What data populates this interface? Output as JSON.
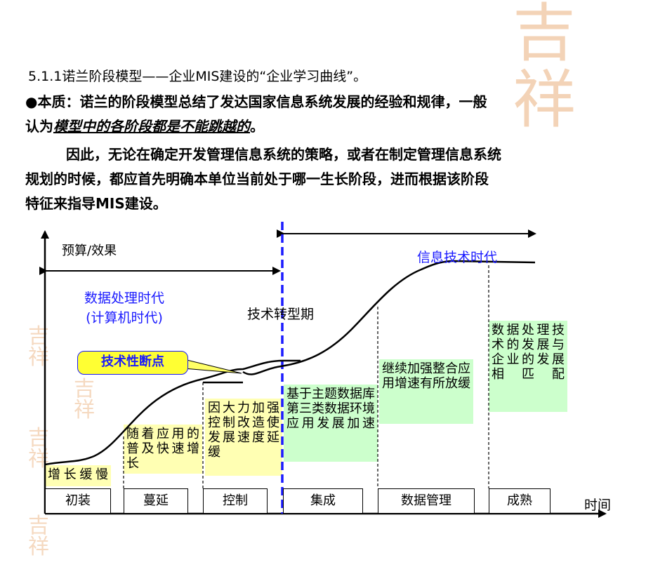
{
  "heading": "5.1.1诺兰阶段模型——企业MIS建设的“企业学习曲线”。",
  "paragraph1": {
    "prefix": "●本质：诺兰的阶段模型总结了发达国家信息系统发展的经验和规律，一般",
    "line2_start": "认为",
    "emphasis": "模型中的各阶段都是不能跳越的",
    "line2_end": "。"
  },
  "paragraph2": [
    "因此，无论在确定开发管理信息系统的策略，或者在制定管理信息系统",
    "规划的时候，都应首先明确本单位当前处于哪一生长阶段，进而根据该阶段",
    "特征来指导MIS建设。"
  ],
  "diagram": {
    "y_axis_label": "预算/效果",
    "x_axis_label": "时间",
    "era1": [
      "数据处理时代",
      "(计算机时代)"
    ],
    "era2": "信息技术时代",
    "transition": "技术转型期",
    "breakpoint": "技术性断点",
    "stages": [
      "初装",
      "蔓延",
      "控制",
      "集成",
      "数据管理",
      "成熟"
    ],
    "descriptions": [
      "增长缓慢",
      "随着应用的普及快速增长",
      "因大力加强控制改造使发展速度延缓",
      "基于主题数据库第三类数据环境应用发展加速",
      "继续加强整合应用增速有所放缓",
      "数据处理技术的发展与企业的发展相匹配"
    ],
    "colors": {
      "transition_line": "#1a1aff",
      "yellow_box": "#ffffb3",
      "green_box": "#ccffcc"
    }
  }
}
